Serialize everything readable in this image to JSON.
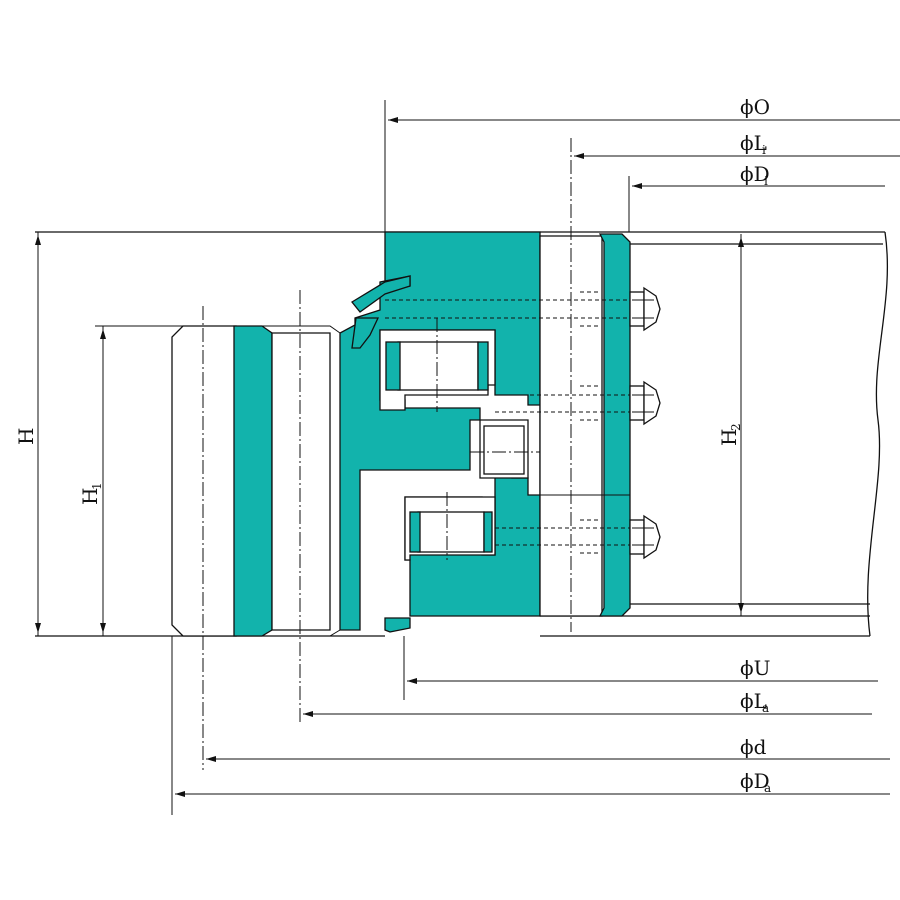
{
  "colors": {
    "teal": "#12b3ac",
    "line": "#111111",
    "background": "#ffffff"
  },
  "labels": {
    "O": {
      "sym": "ϕ",
      "main": "O",
      "sub": ""
    },
    "Li": {
      "sym": "ϕ",
      "main": "L",
      "sub": "i"
    },
    "Di": {
      "sym": "ϕ",
      "main": "D",
      "sub": "i"
    },
    "U": {
      "sym": "ϕ",
      "main": "U",
      "sub": ""
    },
    "La": {
      "sym": "ϕ",
      "main": "L",
      "sub": "a"
    },
    "d": {
      "sym": "ϕ",
      "main": "d",
      "sub": ""
    },
    "Da": {
      "sym": "ϕ",
      "main": "D",
      "sub": "a"
    },
    "H": {
      "main": "H",
      "sub": ""
    },
    "H1": {
      "main": "H",
      "sub": "1"
    },
    "H2": {
      "main": "H",
      "sub": "2"
    }
  }
}
